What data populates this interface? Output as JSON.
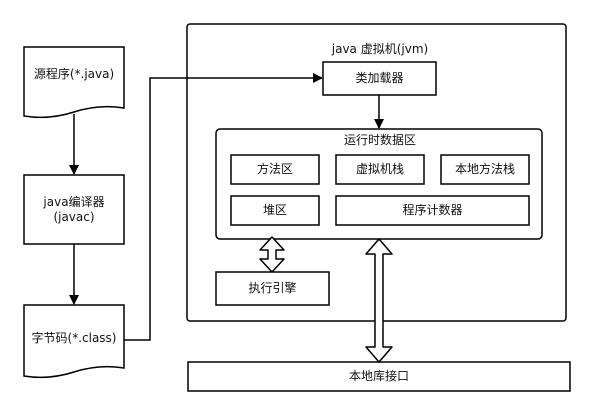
{
  "nodes": {
    "source_program": "源程序(*.java)",
    "java_compiler_line1": "java编译器",
    "java_compiler_line2": "(javac)",
    "bytecode": "字节码(*.class)",
    "jvm_title": "java 虚拟机(jvm)",
    "class_loader": "类加载器",
    "runtime_data_area": "运行时数据区",
    "method_area": "方法区",
    "vm_stack": "虚拟机栈",
    "native_method_stack": "本地方法栈",
    "heap": "堆区",
    "program_counter": "程序计数器",
    "execution_engine": "执行引擎",
    "native_library_interface": "本地库接口"
  }
}
